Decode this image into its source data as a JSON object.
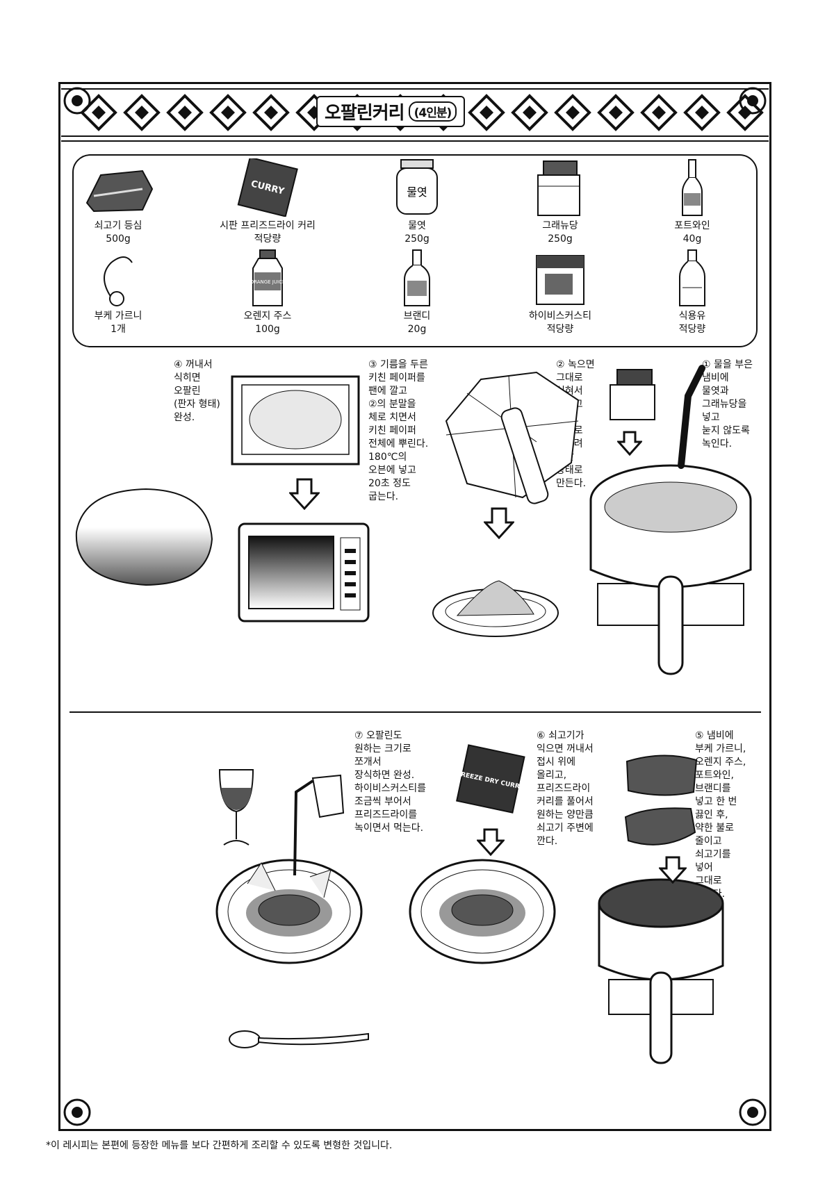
{
  "header": {
    "title": "오팔린커리",
    "servings": "(4인분)"
  },
  "ingredients": [
    {
      "name": "쇠고기 등심",
      "amount": "500g",
      "icon": "beef-icon"
    },
    {
      "name": "시판 프리즈드라이 커리",
      "amount": "적당량",
      "icon": "curry-pack-icon"
    },
    {
      "name": "물엿",
      "amount": "250g",
      "icon": "syrup-jar-icon"
    },
    {
      "name": "그래뉴당",
      "amount": "250g",
      "icon": "sugar-box-icon"
    },
    {
      "name": "포트와인",
      "amount": "40g",
      "icon": "wine-bottle-icon"
    },
    {
      "name": "부케 가르니",
      "amount": "1개",
      "icon": "bouquet-garni-icon"
    },
    {
      "name": "오렌지 주스",
      "amount": "100g",
      "icon": "juice-bottle-icon"
    },
    {
      "name": "브랜디",
      "amount": "20g",
      "icon": "brandy-bottle-icon"
    },
    {
      "name": "하이비스커스티",
      "amount": "적당량",
      "icon": "tea-box-icon"
    },
    {
      "name": "식용유",
      "amount": "적당량",
      "icon": "oil-bottle-icon"
    }
  ],
  "ingredient_labels": {
    "curry_pack": "CURRY",
    "syrup_jar": "물엿",
    "juice_bottle": "ORANGE JUICE"
  },
  "steps": [
    {
      "num": "①",
      "text": "물을 부은\n냄비에\n물엿과\n그래뉴당을\n넣고\n눋지 않도록\n녹인다."
    },
    {
      "num": "②",
      "text": "녹으면\n그대로\n식혀서\n굳히고\n밀대\n등으로\n두드려\n분말\n상태로\n만든다."
    },
    {
      "num": "③",
      "text": "기름을 두른\n키친 페이퍼를\n팬에 깔고\n②의 분말을\n체로 치면서\n키친 페이퍼\n전체에 뿌린다.\n180℃의\n오븐에 넣고\n20초 정도\n굽는다."
    },
    {
      "num": "④",
      "text": "꺼내서\n식히면\n오팔린\n(판자 형태)\n완성."
    },
    {
      "num": "⑤",
      "text": "냄비에\n부케 가르니,\n오렌지 주스,\n포트와인,\n브랜디를\n넣고 한 번\n끓인 후,\n약한 불로\n줄이고\n쇠고기를\n넣어\n그대로\n삶는다."
    },
    {
      "num": "⑥",
      "text": "쇠고기가\n익으면 꺼내서\n접시 위에\n올리고,\n프리즈드라이\n커리를 풀어서\n원하는 양만큼\n쇠고기 주변에\n깐다."
    },
    {
      "num": "⑦",
      "text": "오팔린도\n원하는 크기로\n쪼개서\n장식하면 완성.\n하이비스커스티를\n조금씩 부어서\n프리즈드라이를\n녹이면서 먹는다."
    }
  ],
  "illustration_labels": {
    "curry_packet": "FREEZE DRY CURRY"
  },
  "footnote": "*이 레시피는 본편에 등장한 메뉴를 보다 간편하게 조리할 수 있도록 변형한 것입니다."
}
